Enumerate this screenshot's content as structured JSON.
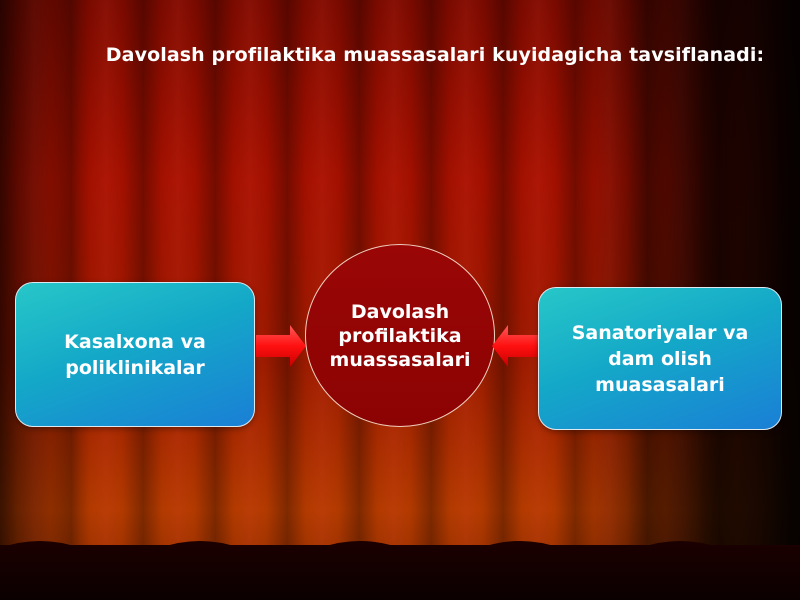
{
  "title": "Davolash profilaktika muassasalari kuyidagicha tavsiflanadi:",
  "left_box": {
    "lines": [
      "Kasalxona va",
      "poliklinikalar"
    ]
  },
  "center_circle": {
    "lines": [
      "Davolash",
      "profilaktika",
      "muassasalari"
    ]
  },
  "right_box": {
    "lines": [
      "Sanatoriyalar va",
      "dam olish",
      "muasasalari"
    ]
  },
  "colors": {
    "box_fill": "#14a8c8",
    "circle_fill": "#8c0303",
    "arrow_fill": "#ff1a1a",
    "curtain": "#a31000"
  }
}
